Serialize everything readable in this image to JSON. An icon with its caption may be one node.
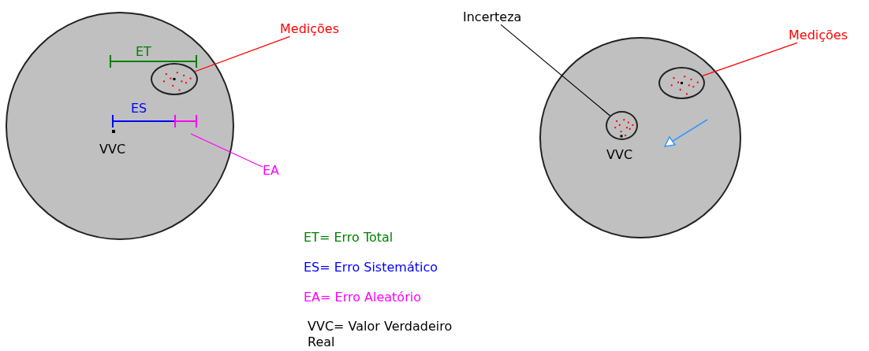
{
  "diagram": {
    "nodes": [
      {
        "text": [],
        "shape": "circle"
      },
      {
        "text": [],
        "shape": "circle",
        "in": 0
      },
      {
        "text": [
          "Medições"
        ]
      },
      {
        "text": [
          "EA"
        ]
      },
      {
        "text": [
          "Incerteza"
        ]
      },
      {
        "text": [],
        "shape": "circle"
      },
      {
        "text": [],
        "shape": "circle",
        "in": 5
      },
      {
        "text": [],
        "shape": "circle",
        "in": 5
      },
      {
        "text": [
          "Medições"
        ]
      }
    ],
    "edges": [
      {
        "from": 2,
        "to": 1,
        "arrow": "none",
        "color": "#ff0000"
      },
      {
        "from": 3,
        "to": null,
        "arrow": "none",
        "color": "#ff00ff"
      },
      {
        "from": 4,
        "to": 6,
        "arrow": "none",
        "color": "#000000"
      },
      {
        "from": 8,
        "to": 7,
        "arrow": "none",
        "color": "#ff0000"
      }
    ],
    "labels": [
      "ET",
      "ES",
      "VVC",
      "VVC",
      "ET= Erro Total",
      "ES= Erro Sistemático",
      "EA= Erro Aleatório",
      "VVC= Valor Verdadeiro Real"
    ]
  }
}
